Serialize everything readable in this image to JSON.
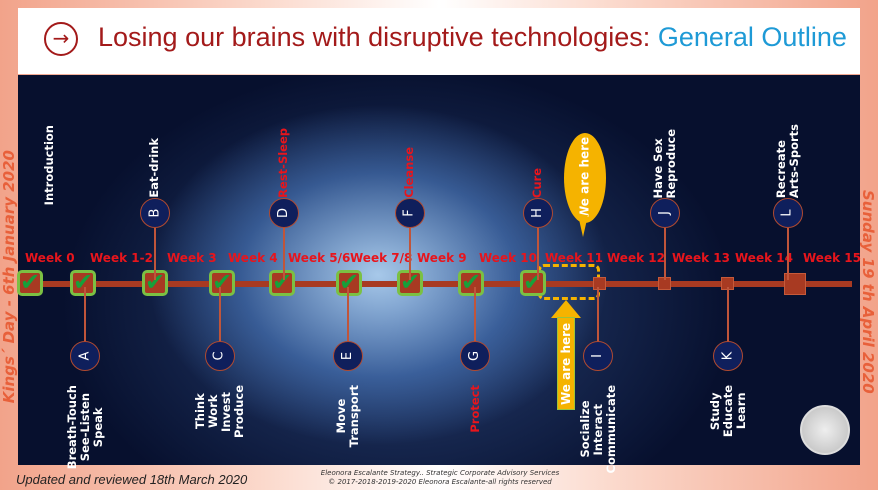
{
  "title": {
    "icon": "circle-arrow-right-icon",
    "main": "Losing our brains with disruptive technologies: ",
    "accent": "General Outline"
  },
  "side_left": "Kings´ Day - 6th January 2020",
  "side_right": "Sunday  19 th April 2020",
  "weeks": [
    "Week 0",
    "Week 1-2",
    "Week 3",
    "Week 4",
    "Week 5/6",
    "Week 7/8",
    "Week 9",
    "Week 10",
    "Week 11",
    "Week 12",
    "Week 13",
    "Week 14",
    "Week 15"
  ],
  "completed_weeks": 9,
  "top_nodes": [
    {
      "letter": "B",
      "label": "Eat-drink"
    },
    {
      "letter": "D",
      "label": "Rest-Sleep"
    },
    {
      "letter": "F",
      "label": "Cleanse"
    },
    {
      "letter": "H",
      "label": "Cure"
    },
    {
      "letter": "J",
      "label": "Have Sex\nReproduce"
    },
    {
      "letter": "L",
      "label": "Recreate\nArts-Sports"
    }
  ],
  "intro_label": "Introduction",
  "bottom_nodes": [
    {
      "letter": "A",
      "label": "Breath-Touch\nSee-Listen\nSpeak"
    },
    {
      "letter": "C",
      "label": "Think\nWork\nInvest\nProduce"
    },
    {
      "letter": "E",
      "label": "Move\nTransport"
    },
    {
      "letter": "G",
      "label": "Protect"
    },
    {
      "letter": "I",
      "label": "Socialize\nInteract\nCommunicate"
    },
    {
      "letter": "K",
      "label": "Study\nEducate\nLearn"
    }
  ],
  "bubble": "We are here",
  "arrow": "We are here",
  "footer": {
    "updated": "Updated and reviewed 18th March 2020",
    "credit1": "Eleonora Escalante Strategy.. Strategic Corporate Advisory Services",
    "credit2": "© 2017-2018-2019-2020  Eleonora Escalante-all rights reserved"
  },
  "colors": {
    "title": "#a31a1a",
    "accent": "#1e9ad6",
    "week": "#e8151c",
    "highlight": "#f5b300",
    "check": "#17a03a"
  }
}
